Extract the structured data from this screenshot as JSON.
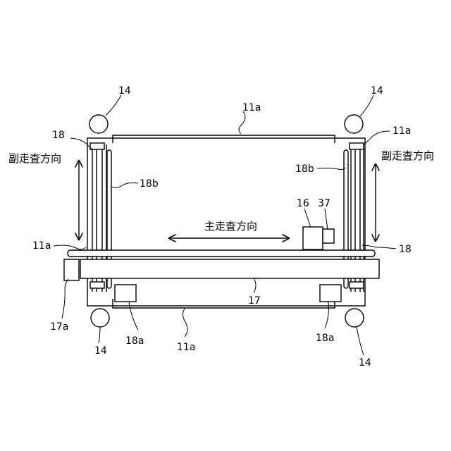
{
  "labels": {
    "frame_top": "11a",
    "frame_bottom": "11a",
    "frame_left": "11a",
    "frame_right": "11a",
    "wheel_tl": "14",
    "wheel_tr": "14",
    "wheel_bl": "14",
    "wheel_br": "14",
    "rail_left": "18",
    "rail_right": "18",
    "rail_edge_left": "18b",
    "rail_edge_right": "18b",
    "motor_left": "18a",
    "motor_right": "18a",
    "carriage": "17",
    "carriage_motor": "17a",
    "head": "16",
    "sensor": "37"
  },
  "directions": {
    "sub_scan_left": "副走査方向",
    "sub_scan_right": "副走査方向",
    "main_scan": "主走査方向"
  }
}
